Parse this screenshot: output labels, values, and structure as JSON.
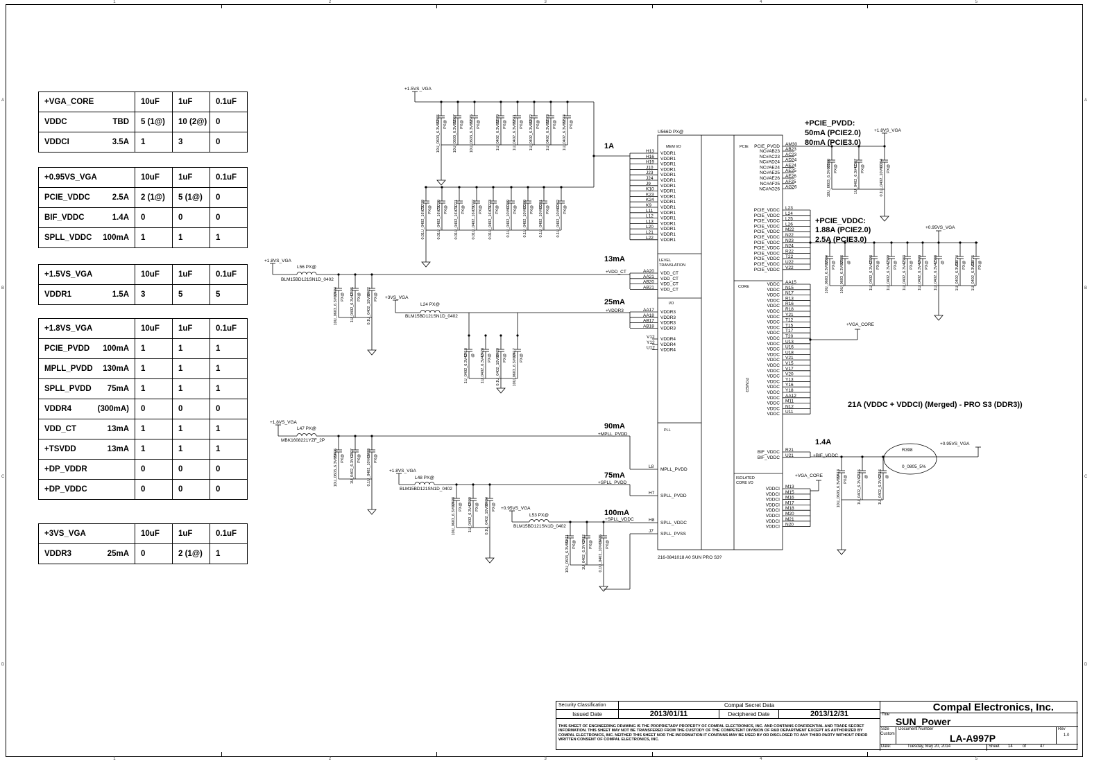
{
  "tables": [
    {
      "rows": [
        {
          "name": "+VGA_CORE",
          "current": "",
          "c10": "10uF",
          "c1": "1uF",
          "c01": "0.1uF"
        },
        {
          "name": "VDDC",
          "current": "TBD",
          "c10": "5 (1@)",
          "c1": "10 (2@)",
          "c01": "0"
        },
        {
          "name": "VDDCI",
          "current": "3.5A",
          "c10": "1",
          "c1": "3",
          "c01": "0"
        }
      ]
    },
    {
      "rows": [
        {
          "name": "+0.95VS_VGA",
          "current": "",
          "c10": "10uF",
          "c1": "1uF",
          "c01": "0.1uF"
        },
        {
          "name": "PCIE_VDDC",
          "current": "2.5A",
          "c10": "2 (1@)",
          "c1": "5 (1@)",
          "c01": "0"
        },
        {
          "name": "BIF_VDDC",
          "current": "1.4A",
          "c10": "0",
          "c1": "0",
          "c01": "0"
        },
        {
          "name": "SPLL_VDDC",
          "current": "100mA",
          "c10": "1",
          "c1": "1",
          "c01": "1"
        }
      ]
    },
    {
      "rows": [
        {
          "name": "+1.5VS_VGA",
          "current": "",
          "c10": "10uF",
          "c1": "1uF",
          "c01": "0.1uF"
        },
        {
          "name": "VDDR1",
          "current": "1.5A",
          "c10": "3",
          "c1": "5",
          "c01": "5"
        }
      ]
    },
    {
      "rows": [
        {
          "name": "+1.8VS_VGA",
          "current": "",
          "c10": "10uF",
          "c1": "1uF",
          "c01": "0.1uF"
        },
        {
          "name": "PCIE_PVDD",
          "current": "100mA",
          "c10": "1",
          "c1": "1",
          "c01": "1"
        },
        {
          "name": "MPLL_PVDD",
          "current": "130mA",
          "c10": "1",
          "c1": "1",
          "c01": "1"
        },
        {
          "name": "SPLL_PVDD",
          "current": "75mA",
          "c10": "1",
          "c1": "1",
          "c01": "1"
        },
        {
          "name": "VDDR4",
          "current": "(300mA)",
          "c10": "0",
          "c1": "0",
          "c01": "0"
        },
        {
          "name": "VDD_CT",
          "current": "13mA",
          "c10": "1",
          "c1": "1",
          "c01": "1"
        },
        {
          "name": "+TSVDD",
          "current": "13mA",
          "c10": "1",
          "c1": "1",
          "c01": "1"
        },
        {
          "name": "+DP_VDDR",
          "current": "",
          "c10": "0",
          "c1": "0",
          "c01": "0"
        },
        {
          "name": "+DP_VDDC",
          "current": "",
          "c10": "0",
          "c1": "0",
          "c01": "0"
        }
      ]
    },
    {
      "rows": [
        {
          "name": "+3VS_VGA",
          "current": "",
          "c10": "10uF",
          "c1": "1uF",
          "c01": "0.1uF"
        },
        {
          "name": "VDDR3",
          "current": "25mA",
          "c10": "0",
          "c1": "2 (1@)",
          "c01": "1"
        }
      ]
    }
  ],
  "zones": {
    "cols": [
      "1",
      "2",
      "3",
      "4",
      "5"
    ],
    "rows": [
      "A",
      "B",
      "C",
      "D"
    ]
  },
  "schematic": {
    "rails": {
      "vs15": "+1.5VS_VGA",
      "vs18a": "+1.8VS_VGA",
      "vs3": "+3VS_VGA",
      "vs18b": "+1.8VS_VGA",
      "vs18c": "+1.8VS_VGA",
      "vs095a": "+0.95VS_VGA",
      "vs18d": "+1.8VS_VGA",
      "vs095b": "+0.95VS_VGA",
      "vs095c": "+0.95VS_VGA",
      "vgacore1": "+VGA_CORE",
      "vgacore2": "+VGA_CORE"
    },
    "currents": {
      "a1": "1A",
      "ma13": "13mA",
      "ma25": "25mA",
      "ma90": "90mA",
      "ma75": "75mA",
      "ma100": "100mA",
      "a14": "1.4A",
      "merged": "21A (VDDC + VDDCI) (Merged) - PRO S3 (DDR3))"
    },
    "notes": {
      "pvdd_title": "+PCIE_PVDD:",
      "pvdd_1": "50mA (PCIE2.0)",
      "pvdd_2": "80mA (PCIE3.0)",
      "pvddc_title": "+PCIE_VDDC:",
      "pvddc_1": "1.88A (PCIE2.0)",
      "pvddc_2": "2.5A (PCIE3.0)"
    },
    "nets": {
      "vddct": "+VDD_CT",
      "vddr3": "+VDDR3",
      "mpll": "+MPLL_PVDD",
      "spll": "+SPLL_PVDD",
      "spllvddc": "+SPLL_VDDC",
      "bifvddc": "+BIF_VDDC"
    },
    "inductors": {
      "l56": "L56  PX@",
      "l56p": "BLM15BD121SN1D_0402",
      "l24": "L24  PX@",
      "l24p": "BLM15BD121SN1D_0402",
      "l47": "L47  PX@",
      "l47p": "MBK1608221YZF_2P",
      "l48": "L48  PX@",
      "l48p": "BLM15BD121SN1D_0402",
      "l53": "L53  PX@",
      "l53p": "BLM15BD121SN1D_0402",
      "r398": "R398",
      "r398p": "0_0805_5%"
    },
    "chip": {
      "ref": "U566D   PX@",
      "part": "216-0841018 A0 SUN PRO S3?",
      "sec_memio": "MEM I/O",
      "sec_level": "LEVEL",
      "sec_trans": "TRANSLATION",
      "sec_io": "I/O",
      "sec_pll": "PLL",
      "sec_pcie": "PCIE",
      "sec_core": "CORE",
      "sec_power": "POWER",
      "sec_iso": "ISOLATED",
      "sec_iso2": "CORE I/O"
    },
    "vddr1_pins": [
      "H13",
      "H16",
      "H19",
      "J10",
      "J23",
      "J24",
      "J9",
      "K10",
      "K23",
      "K24",
      "K9",
      "L11",
      "L12",
      "L13",
      "L20",
      "L21",
      "L22"
    ],
    "vddr1_name": "VDDR1",
    "ct_pins": [
      "AA20",
      "AA21",
      "AB20",
      "AB21"
    ],
    "ct_name": "VDD_CT",
    "r3_pins": [
      "AA17",
      "AA18",
      "AB17",
      "AB18"
    ],
    "r3_name": "VDDR3",
    "r4_pins": [
      "V12",
      "Y12",
      "U12"
    ],
    "r4_name": "VDDR4",
    "pll_pins": [
      {
        "pin": "L8",
        "name": "MPLL_PVDD"
      },
      {
        "pin": "H7",
        "name": "SPLL_PVDD"
      },
      {
        "pin": "H8",
        "name": "SPLL_VDDC"
      },
      {
        "pin": "J7",
        "name": "SPLL_PVSS"
      }
    ],
    "pcie_right": [
      {
        "pin": "AM30",
        "name": "PCIE_PVDD"
      },
      {
        "pin": "AB23",
        "name": "NC#AB23"
      },
      {
        "pin": "AC23",
        "name": "NC#AC23"
      },
      {
        "pin": "AD24",
        "name": "NC#AD24"
      },
      {
        "pin": "AE24",
        "name": "NC#AE24"
      },
      {
        "pin": "AE25",
        "name": "NC#AE25"
      },
      {
        "pin": "AE26",
        "name": "NC#AE26"
      },
      {
        "pin": "AF25",
        "name": "NC#AF25"
      },
      {
        "pin": "AG26",
        "name": "NC#AG26"
      }
    ],
    "pciec_pins": [
      "L23",
      "L24",
      "L25",
      "L26",
      "M22",
      "N22",
      "N23",
      "N24",
      "R22",
      "T22",
      "U22",
      "V22"
    ],
    "pciec_name": "PCIE_VDDC",
    "vddc_pins": [
      "AA15",
      "N15",
      "N17",
      "R13",
      "R16",
      "R18",
      "Y21",
      "T12",
      "T15",
      "T17",
      "T20",
      "U13",
      "U16",
      "U18",
      "V21",
      "V15",
      "V17",
      "V20",
      "Y13",
      "Y16",
      "Y18",
      "AA12",
      "M11",
      "N12",
      "U11"
    ],
    "vddc_name": "VDDC",
    "bif_pins": [
      "R21",
      "U21"
    ],
    "bif_name": "BIF_VDDC",
    "vddci_pins": [
      "M13",
      "M15",
      "M16",
      "M17",
      "M18",
      "M20",
      "M21",
      "N20"
    ],
    "vddci_name": "VDDCI",
    "caps_top": [
      {
        "ref": "C365",
        "v": "10U_0603_6.3V6M",
        "x": "PX@"
      },
      {
        "ref": "C367",
        "v": "10U_0603_6.3V6M",
        "x": "PX@"
      },
      {
        "ref": "C375",
        "v": "10U_0603_6.3V6M",
        "x": "PX@"
      },
      {
        "ref": "C370",
        "v": "1U_0402_6.3V6M",
        "x": "PX@"
      },
      {
        "ref": "C371",
        "v": "1U_0402_6.3V6M",
        "x": "PX@"
      },
      {
        "ref": "C372",
        "v": "1U_0402_6.3V6M",
        "x": "PX@"
      },
      {
        "ref": "C373",
        "v": "1U_0402_6.3V6M",
        "x": "PX@"
      },
      {
        "ref": "C374",
        "v": "1U_0402_6.3V6M",
        "x": "PX@"
      }
    ],
    "caps_mid": [
      {
        "ref": "C3719",
        "v": "0.01U_0402_16V7K",
        "x": "PX@"
      },
      {
        "ref": "C3720",
        "v": "0.01U_0402_16V7K",
        "x": "PX@"
      },
      {
        "ref": "C3721",
        "v": "0.01U_0402_16V7K",
        "x": "PX@"
      },
      {
        "ref": "C3722",
        "v": "0.01U_0402_16V7K",
        "x": "PX@"
      },
      {
        "ref": "C3723",
        "v": "0.01U_0402_16V7K",
        "x": "PX@"
      },
      {
        "ref": "C389",
        "v": "0.1U_0402_10V6K",
        "x": "PX@"
      },
      {
        "ref": "C390",
        "v": "0.1U_0402_10V6K",
        "x": "PX@"
      },
      {
        "ref": "C391",
        "v": "0.1U_0402_10V6K",
        "x": "PX@"
      },
      {
        "ref": "C392",
        "v": "0.1U_0402_10V6K",
        "x": "PX@"
      }
    ],
    "caps_ct": [
      {
        "ref": "C404",
        "v": "10U_0603_6.3V6M",
        "x": "PX@"
      },
      {
        "ref": "C405",
        "v": "1U_0402_6.3V4Z",
        "x": "PX@"
      },
      {
        "ref": "C422",
        "v": "0.1U_0402_10V6K",
        "x": "PX@"
      }
    ],
    "caps_r3": [
      {
        "ref": "C410",
        "v": "1U_0402_6.3V4Z",
        "x": "@"
      },
      {
        "ref": "C428",
        "v": "1U_0402_6.3V4Z",
        "x": "PX@"
      },
      {
        "ref": "C429",
        "v": "0.1U_0402_10V6K",
        "x": "PX@"
      },
      {
        "ref": "C417",
        "v": "10U_0603_6.3V6M",
        "x": "PX@"
      }
    ],
    "caps_mpll": [
      {
        "ref": "C406",
        "v": "10U_0603_6.3V6M",
        "x": "PX@"
      },
      {
        "ref": "C407",
        "v": "1U_0402_6.3V4Z",
        "x": "PX@"
      },
      {
        "ref": "C433",
        "v": "0.1U_0402_10V6K",
        "x": "PX@"
      }
    ],
    "caps_spll": [
      {
        "ref": "C408",
        "v": "10U_0603_6.3V6M",
        "x": "PX@"
      },
      {
        "ref": "C409",
        "v": "1U_0402_6.3V4Z",
        "x": "PX@"
      },
      {
        "ref": "C434",
        "v": "0.1U_0402_10V6K",
        "x": "PX@"
      }
    ],
    "caps_svddc": [
      {
        "ref": "C411",
        "v": "10U_0603_6.3V6M",
        "x": "PX@"
      },
      {
        "ref": "C412",
        "v": "1U_0402_6.3V4Z",
        "x": "PX@"
      },
      {
        "ref": "C435",
        "v": "0.1U_0402_10V6K",
        "x": "PX@"
      }
    ],
    "caps_pvdd": [
      {
        "ref": "C380",
        "v": "10U_0603_6.3V6M",
        "x": "PX@"
      },
      {
        "ref": "C387",
        "v": "1U_0402_6.3V4Z",
        "x": "PX@"
      },
      {
        "ref": "C394",
        "v": "0.1U_0402_10V6K",
        "x": "PX@"
      }
    ],
    "caps_pciec": [
      {
        "ref": "C384",
        "v": "10U_0603_6.3V6M",
        "x": "PX@"
      },
      {
        "ref": "C386",
        "v": "10U_0603_6.3V6M",
        "x": "@"
      },
      {
        "ref": "C398",
        "v": "1U_0402_6.3V4Z",
        "x": "PX@"
      },
      {
        "ref": "C399",
        "v": "1U_0402_6.3V4Z",
        "x": "PX@"
      },
      {
        "ref": "C383",
        "v": "1U_0402_6.3V4Z",
        "x": "PX@"
      },
      {
        "ref": "C403",
        "v": "1U_0402_6.3V4Z",
        "x": "PX@"
      },
      {
        "ref": "C388",
        "v": "1U_0402_6.3V4Z",
        "x": "@"
      },
      {
        "ref": "C3724",
        "v": "1U_0402_6.3V6K",
        "x": "PX@"
      },
      {
        "ref": "C3725",
        "v": "1U_0402_6.3V6K",
        "x": "PX@"
      }
    ],
    "caps_bif": [
      {
        "ref": "C413",
        "v": "10U_0603_6.3V6M",
        "x": "PX@"
      },
      {
        "ref": "C415",
        "v": "1U_0402_6.3V4Z",
        "x": "@"
      },
      {
        "ref": "C416",
        "v": "1U_0402_6.3V4Z",
        "x": "@"
      }
    ]
  },
  "titleblock": {
    "sec_class": "Security Classification",
    "secret": "Compal Secret Data",
    "issued_label": "Issued Date",
    "issued": "2013/01/11",
    "deciphered_label": "Deciphered Date",
    "deciphered": "2013/12/31",
    "legal": "THIS SHEET OF ENGINEERING DRAWING IS THE PROPRIETARY PROPERTY OF COMPAL ELECTRONICS, INC. AND CONTAINS CONFIDENTIAL AND TRADE SECRET INFORMATION. THIS SHEET MAY NOT BE TRANSFERED FROM THE CUSTODY OF THE COMPETENT DIVISION OF R&D DEPARTMENT EXCEPT AS AUTHORIZED BY COMPAL ELECTRONICS, INC. NEITHER THIS SHEET NOR THE INFORMATION IT CONTAINS MAY BE USED BY OR DISCLOSED TO ANY THIRD PARTY WITHOUT PRIOR WRITTEN CONSENT OF COMPAL ELECTRONICS, INC.",
    "company": "Compal Electronics, Inc.",
    "title_label": "Title",
    "title": "SUN_Power",
    "size_label": "Size",
    "size_val": "Custom",
    "docnum_label": "Document Number",
    "docnum": "LA-A997P",
    "rev_label": "Rev",
    "rev": "1.0",
    "date_label": "Date:",
    "date": "Tuesday, May 20, 2014",
    "sheet_label": "Sheet",
    "sheet": "14",
    "of_label": "of",
    "total": "47"
  }
}
